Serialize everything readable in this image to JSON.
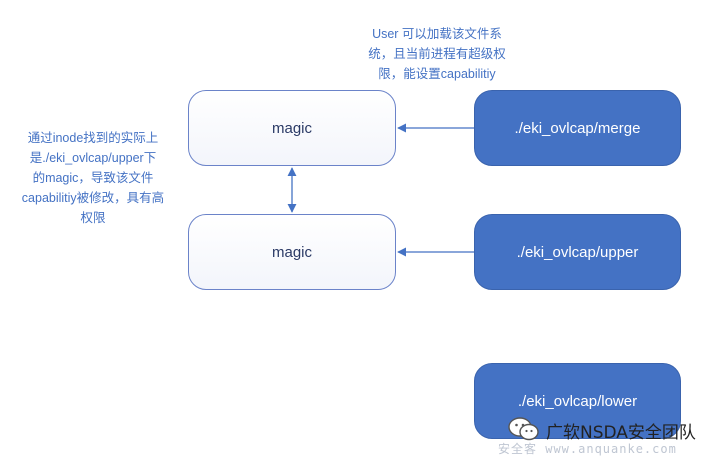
{
  "notes": {
    "top_right": [
      "User 可以加载该文件系",
      "统，且当前进程有超级权",
      "限，能设置capabilitiy"
    ],
    "left": [
      "通过inode找到的实际上",
      "是./eki_ovlcap/upper下",
      "的magic，导致该文件",
      "capabilitiy被修改，具有高",
      "权限"
    ]
  },
  "nodes": {
    "magic_top": "magic",
    "magic_bottom": "magic",
    "merge": "./eki_ovlcap/merge",
    "upper": "./eki_ovlcap/upper",
    "lower": "./eki_ovlcap/lower"
  },
  "watermark": {
    "text": "广软NSDA安全团队",
    "sub": "安全客 www.anquanke.com"
  },
  "colors": {
    "accent": "#4472c4",
    "border": "#6b83c9"
  },
  "icons": {
    "watermark": "wechat-icon"
  }
}
